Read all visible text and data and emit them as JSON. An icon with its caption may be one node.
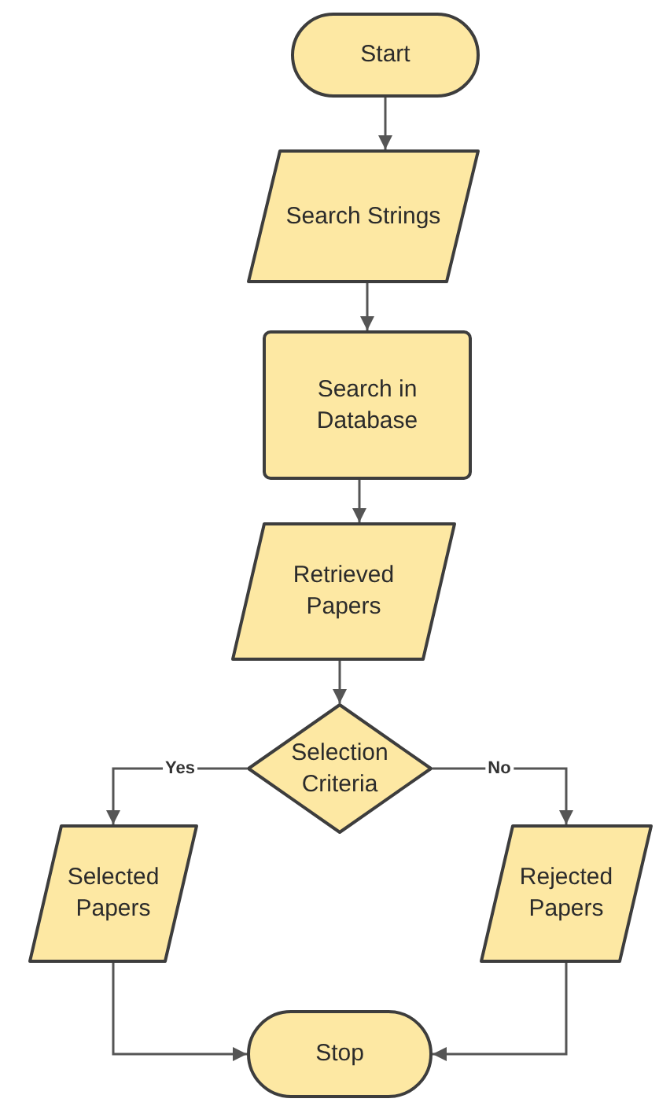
{
  "diagram": {
    "nodes": [
      {
        "text": [
          "Start"
        ]
      },
      {
        "text": [
          "Search Strings"
        ]
      },
      {
        "text": [
          "Search in Database"
        ]
      },
      {
        "text": [
          "Retrieved Papers"
        ]
      },
      {
        "text": [
          "Selection Criteria"
        ]
      },
      {
        "text": [
          "Selected Papers"
        ]
      },
      {
        "text": [
          "Rejected Papers"
        ]
      },
      {
        "text": [
          "Stop"
        ]
      }
    ],
    "edges": [
      {
        "from": 0,
        "to": 1,
        "arrow": "to"
      },
      {
        "from": 1,
        "to": 2,
        "arrow": "to"
      },
      {
        "from": 2,
        "to": 3,
        "arrow": "to"
      },
      {
        "from": 3,
        "to": 4,
        "arrow": "to"
      },
      {
        "from": 4,
        "to": 5,
        "arrow": "to",
        "label": "Yes"
      },
      {
        "from": 4,
        "to": 6,
        "arrow": "to",
        "label": "No"
      },
      {
        "from": 5,
        "to": 7,
        "arrow": "to"
      },
      {
        "from": 6,
        "to": 7,
        "arrow": "to"
      }
    ]
  }
}
